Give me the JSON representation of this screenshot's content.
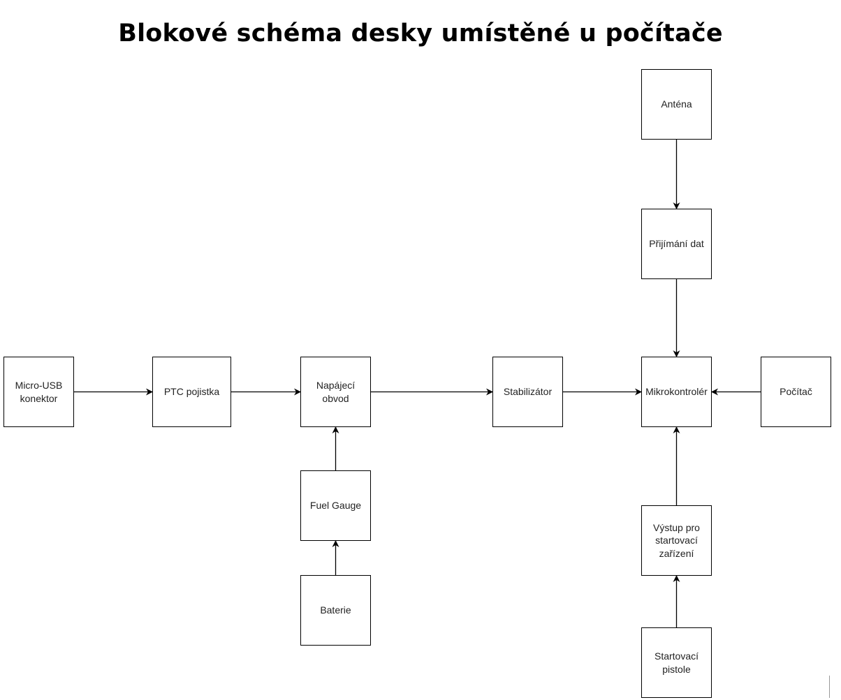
{
  "title": "Blokové schéma desky umístěné u počítače",
  "nodes": {
    "micro_usb": "Micro-USB\nkonektor",
    "ptc": "PTC pojistka",
    "napajeci": "Napájecí\nobvod",
    "stabilizator": "Stabilizátor",
    "mikrokontroler": "Mikrokontrolér",
    "pocitac": "Počítač",
    "antena": "Anténa",
    "prijimani": "Přijímání dat",
    "fuel_gauge": "Fuel Gauge",
    "baterie": "Baterie",
    "vystup": "Výstup pro\nstartovací\nzařízení",
    "pistole": "Startovací\npistole"
  },
  "edges": [
    {
      "from": "micro_usb",
      "to": "ptc"
    },
    {
      "from": "ptc",
      "to": "napajeci"
    },
    {
      "from": "napajeci",
      "to": "stabilizator"
    },
    {
      "from": "stabilizator",
      "to": "mikrokontroler"
    },
    {
      "from": "pocitac",
      "to": "mikrokontroler"
    },
    {
      "from": "antena",
      "to": "prijimani"
    },
    {
      "from": "prijimani",
      "to": "mikrokontroler"
    },
    {
      "from": "fuel_gauge",
      "to": "napajeci"
    },
    {
      "from": "baterie",
      "to": "fuel_gauge"
    },
    {
      "from": "vystup",
      "to": "mikrokontroler"
    },
    {
      "from": "pistole",
      "to": "vystup"
    }
  ]
}
